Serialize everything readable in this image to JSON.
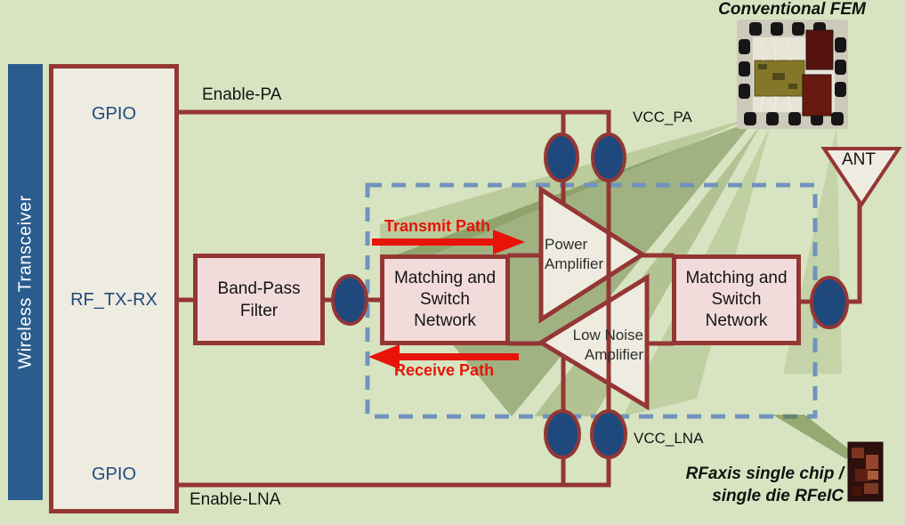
{
  "annotations": {
    "conventional_fem": "Conventional FEM",
    "rfaxis": "RFaxis single chip /\nsingle die RFeIC"
  },
  "transceiver": {
    "label": "Wireless Transceiver",
    "port_top": "GPIO",
    "port_mid": "RF_TX-RX",
    "port_bottom": "GPIO"
  },
  "signals": {
    "enable_pa": "Enable-PA",
    "enable_lna": "Enable-LNA",
    "vcc_pa": "VCC_PA",
    "vcc_lna": "VCC_LNA"
  },
  "blocks": {
    "band_pass_filter": "Band-Pass\nFilter",
    "matching_left": "Matching and\nSwitch\nNetwork",
    "matching_right": "Matching and\nSwitch\nNetwork",
    "power_amplifier": "Power\nAmplifier",
    "low_noise_amplifier": "Low Noise\nAmplifier",
    "antenna": "ANT"
  },
  "paths": {
    "transmit": "Transmit Path",
    "receive": "Receive Path"
  },
  "colors": {
    "background": "#d8e4c1",
    "wire_dark_red": "#943634",
    "box_beige": "#eeece1",
    "box_pink": "#f2dcdb",
    "capacitor_blue": "#1f497d",
    "transceiver_bar_blue": "#2b5c8e",
    "fem_boundary_dashed_blue": "#7094bc",
    "arrow_red": "#e8140a",
    "port_label_blue": "#1f497d"
  }
}
